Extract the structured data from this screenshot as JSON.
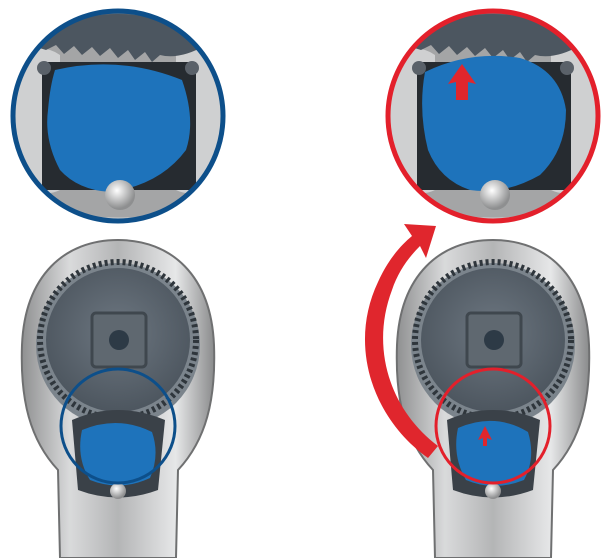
{
  "colors": {
    "blue_outline": "#0d4f8a",
    "red_outline": "#e3202b",
    "pawl_blue": "#1e73bb",
    "red_arrow": "#e0262d",
    "tool_steel": "#a9aaab",
    "gear_dark": "#5b6670",
    "background": "#ffffff"
  },
  "panels": [
    {
      "name": "neutral-state",
      "outline_color": "blue_outline",
      "pawl_marker": "none"
    },
    {
      "name": "rotated-state",
      "outline_color": "red_outline",
      "pawl_marker": "up-arrow",
      "rotation_arrow": "clockwise-curved-arrow"
    }
  ],
  "icons": {
    "rotation_arrow": "curved-arrow-icon",
    "pawl_arrow": "up-arrow-icon"
  }
}
